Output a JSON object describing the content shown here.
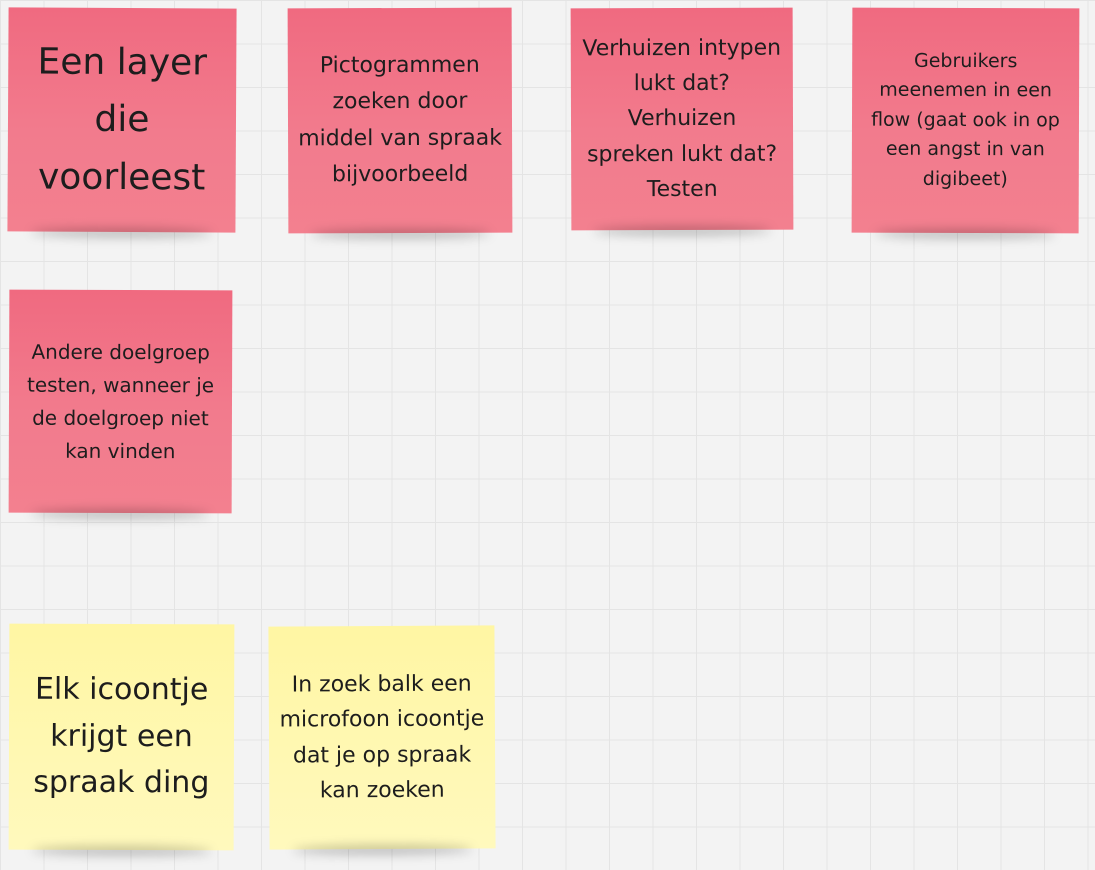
{
  "board": {
    "notes": [
      {
        "id": "note-1",
        "color": "pink",
        "text": "Een layer die voorleest"
      },
      {
        "id": "note-2",
        "color": "pink",
        "text": "Pictogrammen zoeken door middel van spraak bijvoorbeeld"
      },
      {
        "id": "note-3",
        "color": "pink",
        "text": "Verhuizen intypen lukt dat? Verhuizen spreken lukt dat? Testen"
      },
      {
        "id": "note-4",
        "color": "pink",
        "text": "Gebruikers meenemen in een flow (gaat ook in op een angst in van digibeet)"
      },
      {
        "id": "note-5",
        "color": "pink",
        "text": "Andere doelgroep testen, wanneer je de doelgroep niet kan vinden"
      },
      {
        "id": "note-6",
        "color": "yellow",
        "text": "Elk icoontje krijgt een spraak ding"
      },
      {
        "id": "note-7",
        "color": "yellow",
        "text": "In zoek balk een microfoon icoontje dat je op spraak kan zoeken"
      }
    ]
  },
  "colors": {
    "pink": "#f27b8d",
    "yellow": "#fff8b3",
    "grid_background": "#f3f3f3"
  }
}
